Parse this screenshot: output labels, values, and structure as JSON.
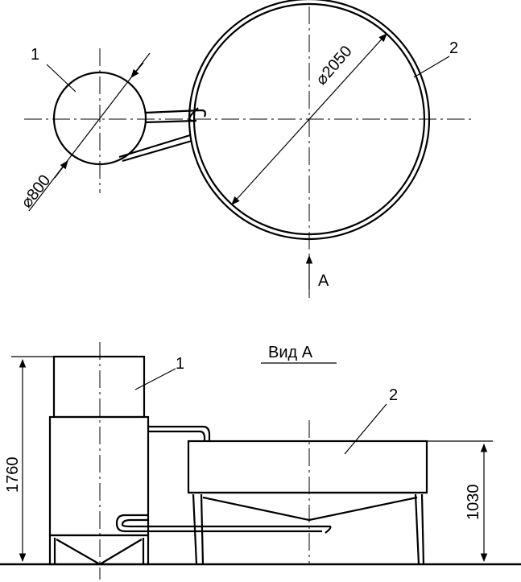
{
  "plan_view": {
    "callout_1": "1",
    "callout_2": "2",
    "dim_small_diameter": "800",
    "dim_large_diameter": "2050",
    "view_arrow_label": "A",
    "diameter_symbol": "⌀"
  },
  "elevation_view": {
    "title": "Вид А",
    "callout_1": "1",
    "callout_2": "2",
    "dim_total_height": "1760",
    "dim_tank_height": "1030"
  }
}
